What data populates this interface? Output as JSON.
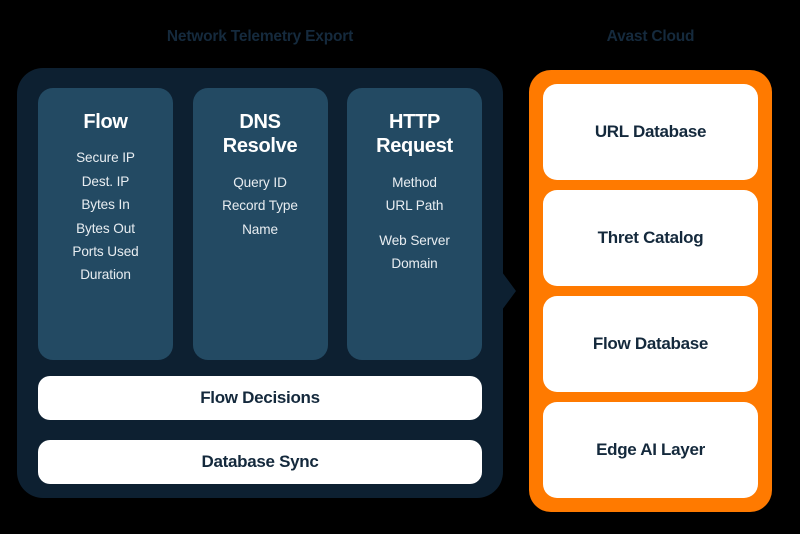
{
  "sections": {
    "left": {
      "title": "Network Telemetry Export",
      "panel_color": "#0d2031",
      "card_color": "#234a63",
      "cards": [
        {
          "title": "Flow",
          "title_lines": [
            "Flow"
          ],
          "items": [
            "Secure IP",
            "Dest. IP",
            "Bytes In",
            "Bytes Out",
            "Ports Used",
            "Duration"
          ]
        },
        {
          "title": "DNS Resolve",
          "title_lines": [
            "DNS",
            "Resolve"
          ],
          "items": [
            "Query ID",
            "Record Type",
            "Name"
          ]
        },
        {
          "title": "HTTP Request",
          "title_lines": [
            "HTTP",
            "Request"
          ],
          "items": [
            "Method",
            "URL Path",
            "Web Server",
            "Domain"
          ]
        }
      ],
      "bars": [
        {
          "label": "Flow Decisions"
        },
        {
          "label": "Database Sync"
        }
      ]
    },
    "right": {
      "title": "Avast Cloud",
      "panel_color": "#ff7a00",
      "cards": [
        {
          "label": "URL Database"
        },
        {
          "label": "Thret Catalog"
        },
        {
          "label": "Flow Database"
        },
        {
          "label": "Edge AI Layer"
        }
      ]
    }
  },
  "connector": {
    "name": "arrow-right",
    "color": "#0d2031"
  },
  "background_color": "#000000"
}
